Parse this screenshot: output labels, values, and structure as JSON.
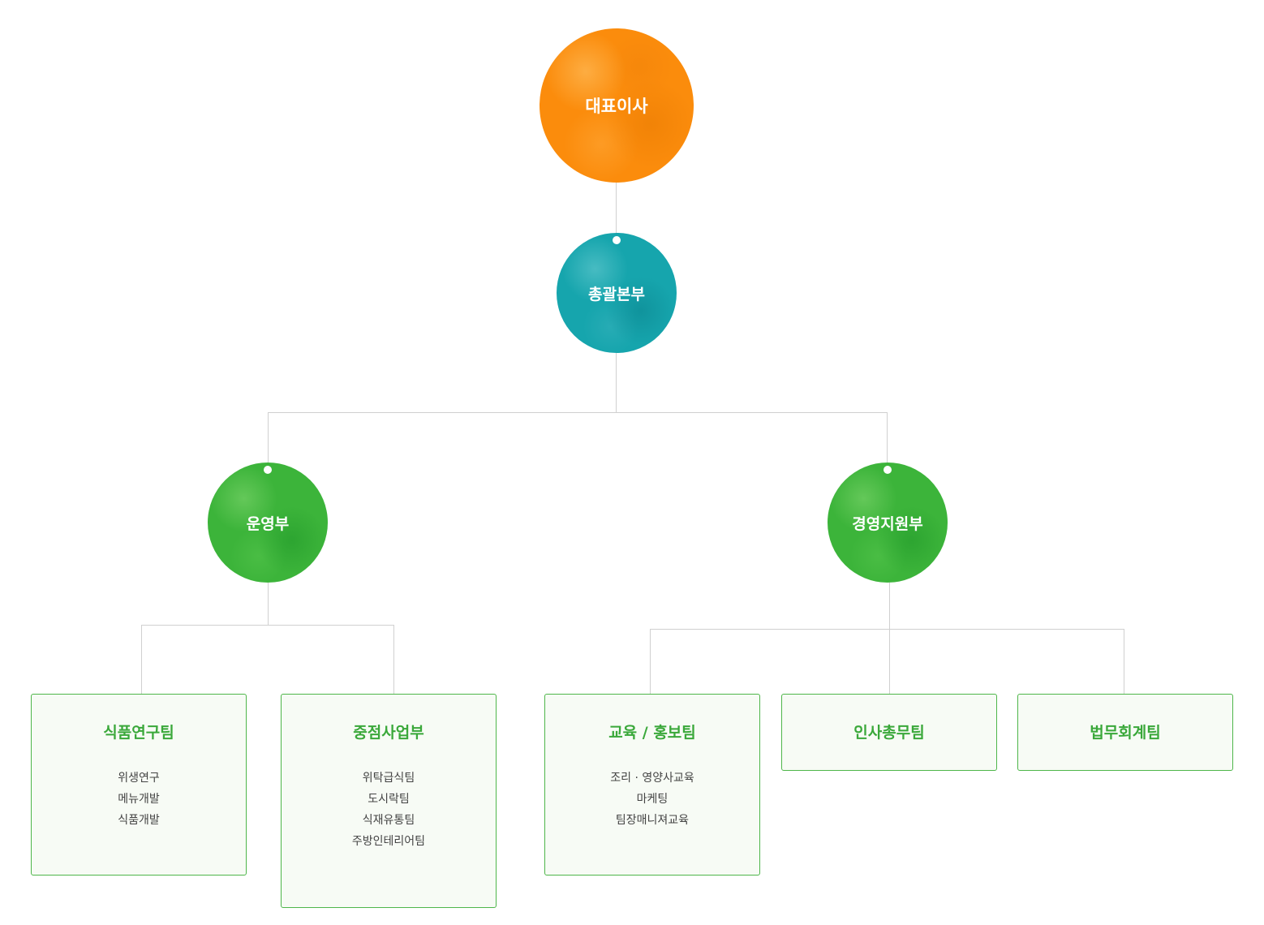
{
  "top": {
    "ceo": "대표이사",
    "hq": "총괄본부"
  },
  "divisions": {
    "ops": "운영부",
    "mgmt": "경영지원부"
  },
  "teams": [
    {
      "title": "식품연구팀",
      "items": [
        "위생연구",
        "메뉴개발",
        "식품개발"
      ]
    },
    {
      "title": "중점사업부",
      "items": [
        "위탁급식팀",
        "도시락팀",
        "식재유통팀",
        "주방인테리어팀"
      ]
    },
    {
      "title": "교육 / 홍보팀",
      "items": [
        "조리 · 영양사교육",
        "마케팅",
        "팀장매니져교육"
      ]
    },
    {
      "title": "인사총무팀",
      "items": []
    },
    {
      "title": "법무회계팀",
      "items": []
    }
  ],
  "colors": {
    "ceo": "#fb8c0c",
    "hq": "#16a5ad",
    "division": "#3cb43a",
    "team_border": "#4eb64a",
    "team_title": "#3aa83a",
    "connector": "#d0d0d0"
  }
}
